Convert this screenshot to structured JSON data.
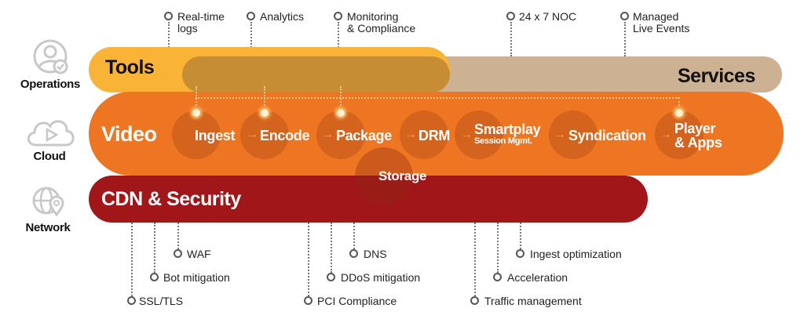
{
  "layers": {
    "operations": {
      "label": "Operations",
      "icon": "user-check-icon"
    },
    "cloud": {
      "label": "Cloud",
      "icon": "cloud-play-icon"
    },
    "network": {
      "label": "Network",
      "icon": "globe-pin-icon"
    }
  },
  "bars": {
    "tools": "Tools",
    "services": "Services",
    "video": "Video",
    "cdn": "CDN & Security"
  },
  "colors": {
    "tools": "#F9B337",
    "services": "#CDB193",
    "overlap": "#C68D35",
    "video": "#EE7623",
    "cdn": "#A11619"
  },
  "video_pipeline": [
    {
      "label": "Ingest"
    },
    {
      "label": "Encode"
    },
    {
      "label": "Package"
    },
    {
      "label": "DRM"
    },
    {
      "label": "Smartplay",
      "sublabel": "Session Mgmt."
    },
    {
      "label": "Syndication"
    },
    {
      "label": "Player",
      "label2": "& Apps"
    }
  ],
  "storage": "Storage",
  "top_items": [
    {
      "line1": "Real-time",
      "line2": "logs"
    },
    {
      "line1": "Analytics"
    },
    {
      "line1": "Monitoring",
      "line2": "& Compliance"
    },
    {
      "line1": "24 x 7 NOC"
    },
    {
      "line1": "Managed",
      "line2": "Live Events"
    }
  ],
  "bottom_items": [
    "WAF",
    "Bot mitigation",
    "SSL/TLS",
    "DNS",
    "DDoS mitigation",
    "PCI Compliance",
    "Ingest optimization",
    "Acceleration",
    "Traffic management"
  ]
}
